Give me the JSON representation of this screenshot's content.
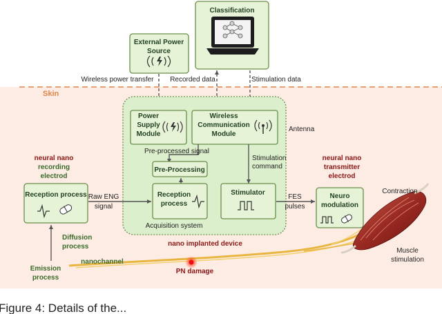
{
  "labels": {
    "classification": "Classification",
    "external_power_1": "External Power",
    "external_power_2": "Source",
    "wireless_power_transfer": "Wireless power transfer",
    "recorded_data": "Recorded data",
    "stimulation_data": "Stimulation data",
    "skin": "Skin",
    "power_supply_1": "Power",
    "power_supply_2": "Supply",
    "power_supply_3": "Module",
    "wireless_comm_1": "Wireless",
    "wireless_comm_2": "Communication",
    "wireless_comm_3": "Module",
    "antenna": "Antenna",
    "preprocessed_signal": "Pre-processed signal",
    "preprocessing": "Pre-Processing",
    "stimulation_command_1": "Stimulation",
    "stimulation_command_2": "command",
    "recording_electrode_1": "neural nano",
    "recording_electrode_2": "recording",
    "recording_electrode_3": "electrod",
    "reception_process_left": "Reception process",
    "raw_eng_1": "Raw ENG",
    "raw_eng_2": "signal",
    "reception_process_1": "Reception",
    "reception_process_2": "process",
    "stimulator": "Stimulator",
    "fes_1": "FES",
    "fes_2": "pulses",
    "transmitter_electrode_1": "neural nano",
    "transmitter_electrode_2": "transmitter",
    "transmitter_electrode_3": "electrod",
    "neuro_modulation_1": "Neuro",
    "neuro_modulation_2": "modulation",
    "contraction": "Contraction",
    "acquisition_system": "Acquisition system",
    "diffusion_1": "Diffusion",
    "diffusion_2": "process",
    "nano_implanted_device": "nano implanted device",
    "muscle_stimulation_1": "Muscle",
    "muscle_stimulation_2": "stimulation",
    "nanochannel": "nanochannel",
    "emission_1": "Emission",
    "emission_2": "process",
    "pn_damage": "PN damage",
    "caption": "Figure 4: Details of the... "
  },
  "colors": {
    "skin_fill": "#fdece3",
    "skin_line": "#e0844a",
    "box_fill": "#e6f3d6",
    "box_stroke": "#6a8e4a",
    "device_fill": "#dcefcc",
    "nerve": "#e8b640",
    "damage": "#e81010"
  }
}
